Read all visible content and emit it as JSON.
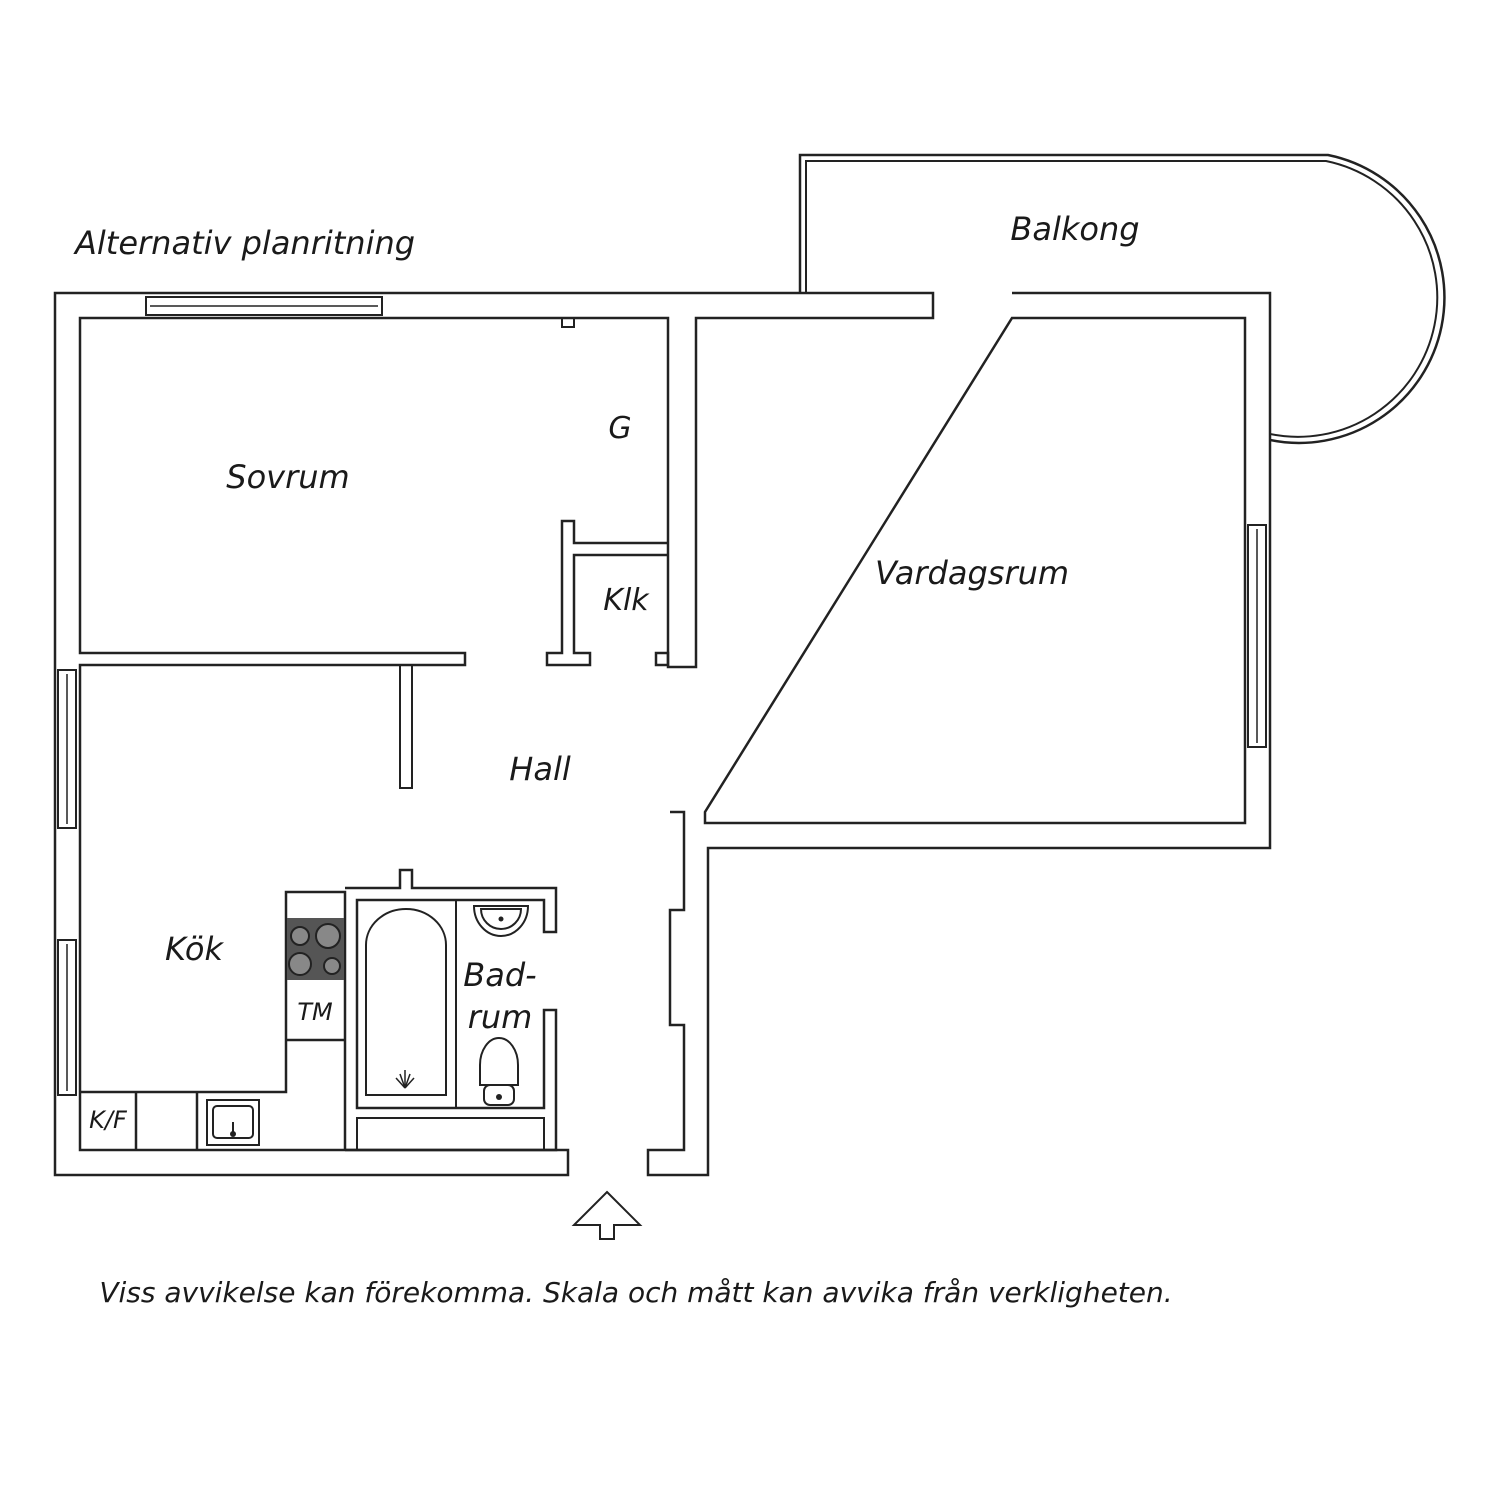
{
  "title": "Alternativ planritning",
  "disclaimer": "Viss avvikelse kan förekomma. Skala och mått kan avvika från verkligheten.",
  "rooms": {
    "balkong": "Balkong",
    "sovrum": "Sovrum",
    "garderob": "G",
    "klk": "Klk",
    "vardagsrum": "Vardagsrum",
    "hall": "Hall",
    "kok": "Kök",
    "badrum_1": "Bad-",
    "badrum_2": "rum"
  },
  "fixtures": {
    "tm": "TM",
    "kf": "K/F"
  },
  "icons": {
    "entrance": "entrance-arrow-icon",
    "stove": "stove-icon",
    "sink": "kitchen-sink-icon",
    "bathtub": "bathtub-icon",
    "washbasin": "washbasin-icon",
    "toilet": "toilet-icon"
  },
  "colors": {
    "line": "#222222",
    "background": "#ffffff",
    "stove_fill": "#555555"
  }
}
